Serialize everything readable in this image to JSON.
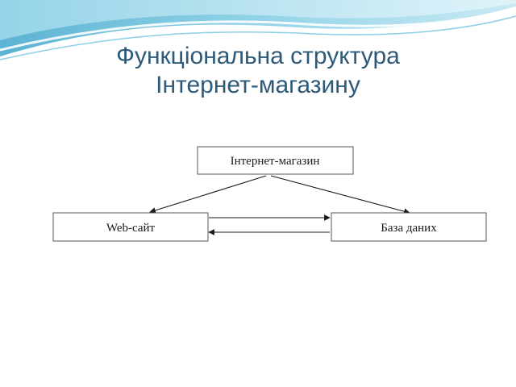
{
  "slide": {
    "title_line1": "Функціональна структура",
    "title_line2": "Інтернет-магазину"
  },
  "diagram": {
    "nodes": {
      "shop": "Інтернет-магазин",
      "website": "Web-сайт",
      "database": "База даних"
    },
    "edges": [
      {
        "from": "shop",
        "to": "website"
      },
      {
        "from": "shop",
        "to": "database"
      },
      {
        "from": "website",
        "to": "database"
      },
      {
        "from": "database",
        "to": "website"
      }
    ]
  },
  "colors": {
    "title": "#2e5a7a",
    "wave_light": "#bfe6f2",
    "wave_mid": "#7fcbe3",
    "wave_dark": "#3fa6cc"
  }
}
